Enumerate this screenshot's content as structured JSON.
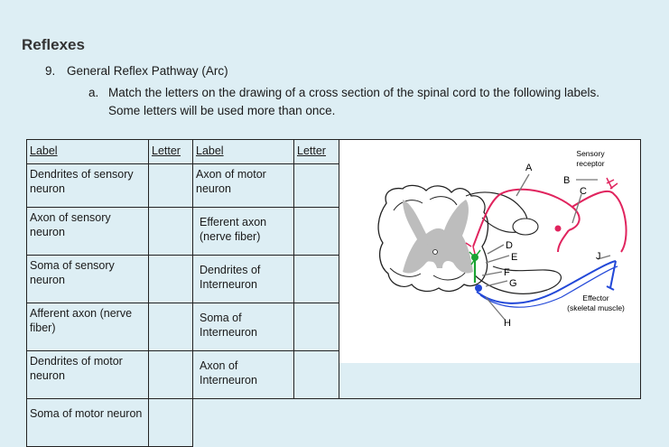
{
  "section_title": "Reflexes",
  "question": {
    "number": "9.",
    "title": "General Reflex Pathway (Arc)",
    "sub_letter": "a.",
    "instruction": "Match the letters on the drawing of a cross section of the spinal cord to the following labels. Some letters will be used more than once."
  },
  "table": {
    "headers": [
      "Label",
      "Letter",
      "Label",
      "Letter"
    ],
    "left_labels": [
      "Dendrites of sensory neuron",
      "Axon of sensory neuron",
      "Soma of sensory neuron",
      "Afferent axon (nerve fiber)",
      "Dendrites of motor neuron",
      "Soma of motor neuron"
    ],
    "right_labels": [
      "Axon of motor neuron",
      "Efferent axon (nerve fiber)",
      "Dendrites of Interneuron",
      "Soma of Interneuron",
      "Axon of Interneuron"
    ]
  },
  "diagram": {
    "letters": [
      "A",
      "B",
      "C",
      "D",
      "E",
      "F",
      "G",
      "H",
      "J"
    ],
    "sensory_receptor": "Sensory receptor",
    "effector": "Effector (skeletal muscle)",
    "colors": {
      "sensory": "#e0245e",
      "interneuron": "#1aa332",
      "motor": "#2248d8",
      "gray_matter": "#bdbdbd",
      "arrow": "#777777"
    }
  }
}
